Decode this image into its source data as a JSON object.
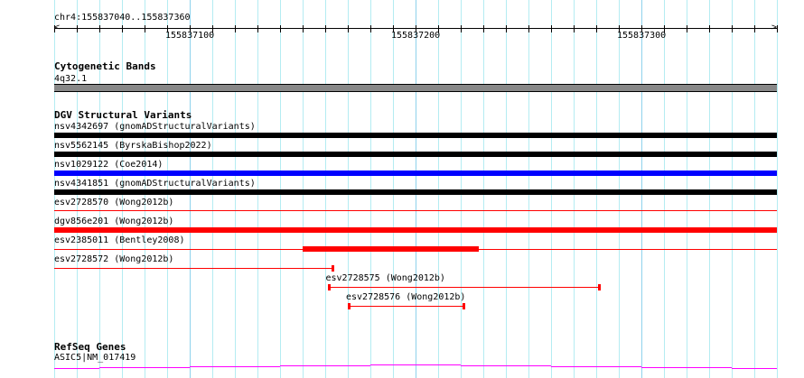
{
  "view": {
    "start": 155837040,
    "end": 155837360,
    "tick_step": 10
  },
  "ruler": {
    "region": "chr4:155837040..155837360",
    "labels": [
      {
        "bp": 155837100,
        "text": "155837100"
      },
      {
        "bp": 155837200,
        "text": "155837200"
      },
      {
        "bp": 155837300,
        "text": "155837300"
      }
    ]
  },
  "tracks": {
    "cytoband": {
      "title": "Cytogenetic Bands",
      "band": "4q32.1",
      "color": "#888888"
    },
    "dgv": {
      "title": "DGV Structural Variants"
    },
    "refseq": {
      "title": "RefSeq Genes",
      "gene": "ASIC5|NM_017419",
      "color": "#ff00ff"
    }
  },
  "variants": [
    {
      "label": "nsv4342697 (gnomADStructuralVariants)",
      "color": "#000000",
      "style": "thick",
      "start": 155837040,
      "end": 155837360
    },
    {
      "label": "nsv5562145 (ByrskaBishop2022)",
      "color": "#000000",
      "style": "thick",
      "start": 155837040,
      "end": 155837360
    },
    {
      "label": "nsv1029122 (Coe2014)",
      "color": "#0000ff",
      "style": "thick",
      "start": 155837040,
      "end": 155837360
    },
    {
      "label": "nsv4341851 (gnomADStructuralVariants)",
      "color": "#000000",
      "style": "thick",
      "start": 155837040,
      "end": 155837360
    },
    {
      "label": "esv2728570 (Wong2012b)",
      "color": "#ff0000",
      "style": "thin",
      "start": 155837040,
      "end": 155837360
    },
    {
      "label": "dgv856e201 (Wong2012b)",
      "color": "#ff0000",
      "style": "thick",
      "start": 155837040,
      "end": 155837360
    },
    {
      "label": "esv2385011 (Bentley2008)",
      "color": "#ff0000",
      "style": "thin-core",
      "start": 155837040,
      "end": 155837360,
      "core_start": 155837150,
      "core_end": 155837228
    },
    {
      "label": "esv2728572 (Wong2012b)",
      "color": "#ff0000",
      "style": "capped",
      "start": 155837040,
      "end": 155837164,
      "caps": "right"
    },
    {
      "label": "esv2728575 (Wong2012b)",
      "color": "#ff0000",
      "style": "capped",
      "start": 155837161,
      "end": 155837282,
      "caps": "both"
    },
    {
      "label": "esv2728576 (Wong2012b)",
      "color": "#ff0000",
      "style": "capped",
      "start": 155837170,
      "end": 155837222,
      "caps": "both"
    }
  ],
  "gene_segments": [
    0,
    1,
    2,
    3,
    4,
    3,
    2,
    1,
    0
  ]
}
